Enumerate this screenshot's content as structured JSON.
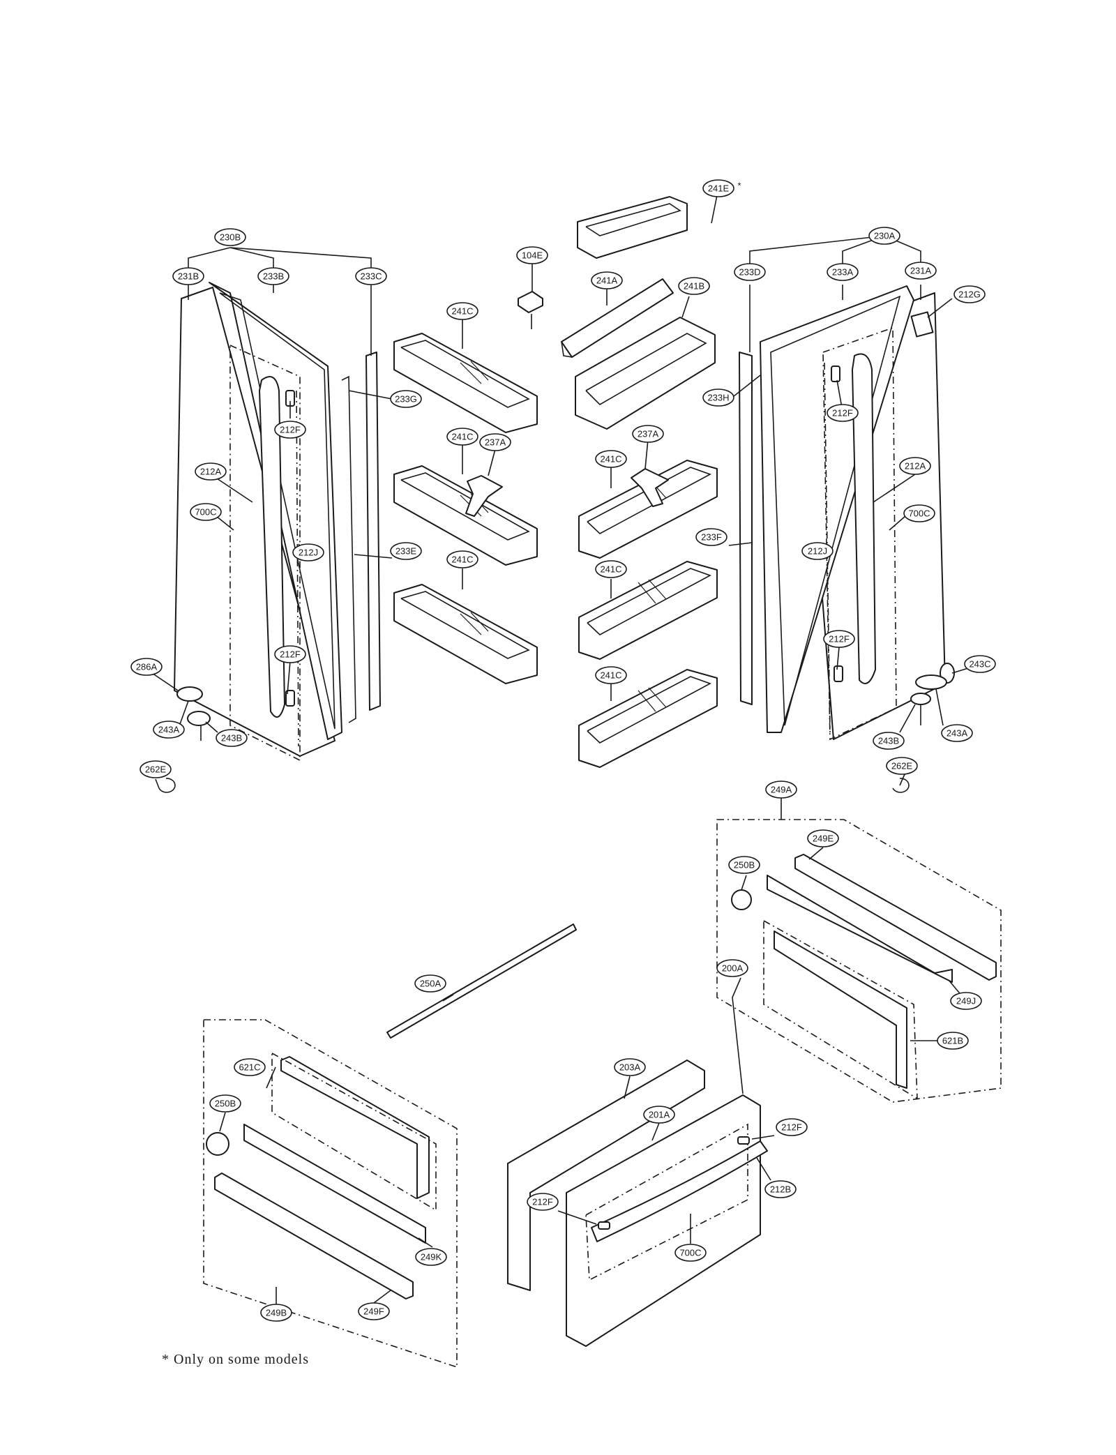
{
  "footnote": "* Only on some models",
  "asterisk": "*",
  "callouts": {
    "c_241E": "241E",
    "c_230B": "230B",
    "c_230A": "230A",
    "c_104E": "104E",
    "c_231B": "231B",
    "c_233B": "233B",
    "c_233C": "233C",
    "c_241A": "241A",
    "c_241B": "241B",
    "c_233D": "233D",
    "c_233A": "233A",
    "c_231A": "231A",
    "c_212G": "212G",
    "c_241C_a": "241C",
    "c_233G": "233G",
    "c_233H": "233H",
    "c_212F_a": "212F",
    "c_212F_b": "212F",
    "c_241C_b": "241C",
    "c_237A_a": "237A",
    "c_237A_b": "237A",
    "c_241C_c": "241C",
    "c_212A_a": "212A",
    "c_212A_b": "212A",
    "c_700C_a": "700C",
    "c_700C_b": "700C",
    "c_233F": "233F",
    "c_233E": "233E",
    "c_212J_a": "212J",
    "c_212J_b": "212J",
    "c_241C_d": "241C",
    "c_241C_e": "241C",
    "c_212F_c": "212F",
    "c_212F_d": "212F",
    "c_286A": "286A",
    "c_243C": "243C",
    "c_241C_f": "241C",
    "c_243A_a": "243A",
    "c_243B_a": "243B",
    "c_243B_b": "243B",
    "c_243A_b": "243A",
    "c_262E_a": "262E",
    "c_262E_b": "262E",
    "c_249A": "249A",
    "c_249E": "249E",
    "c_250B_a": "250B",
    "c_249J": "249J",
    "c_250A": "250A",
    "c_621B": "621B",
    "c_200A": "200A",
    "c_203A": "203A",
    "c_621C": "621C",
    "c_201A": "201A",
    "c_212F_e": "212F",
    "c_250B_b": "250B",
    "c_212B": "212B",
    "c_212F_f": "212F",
    "c_700C_c": "700C",
    "c_249K": "249K",
    "c_249B": "249B",
    "c_249F": "249F"
  }
}
